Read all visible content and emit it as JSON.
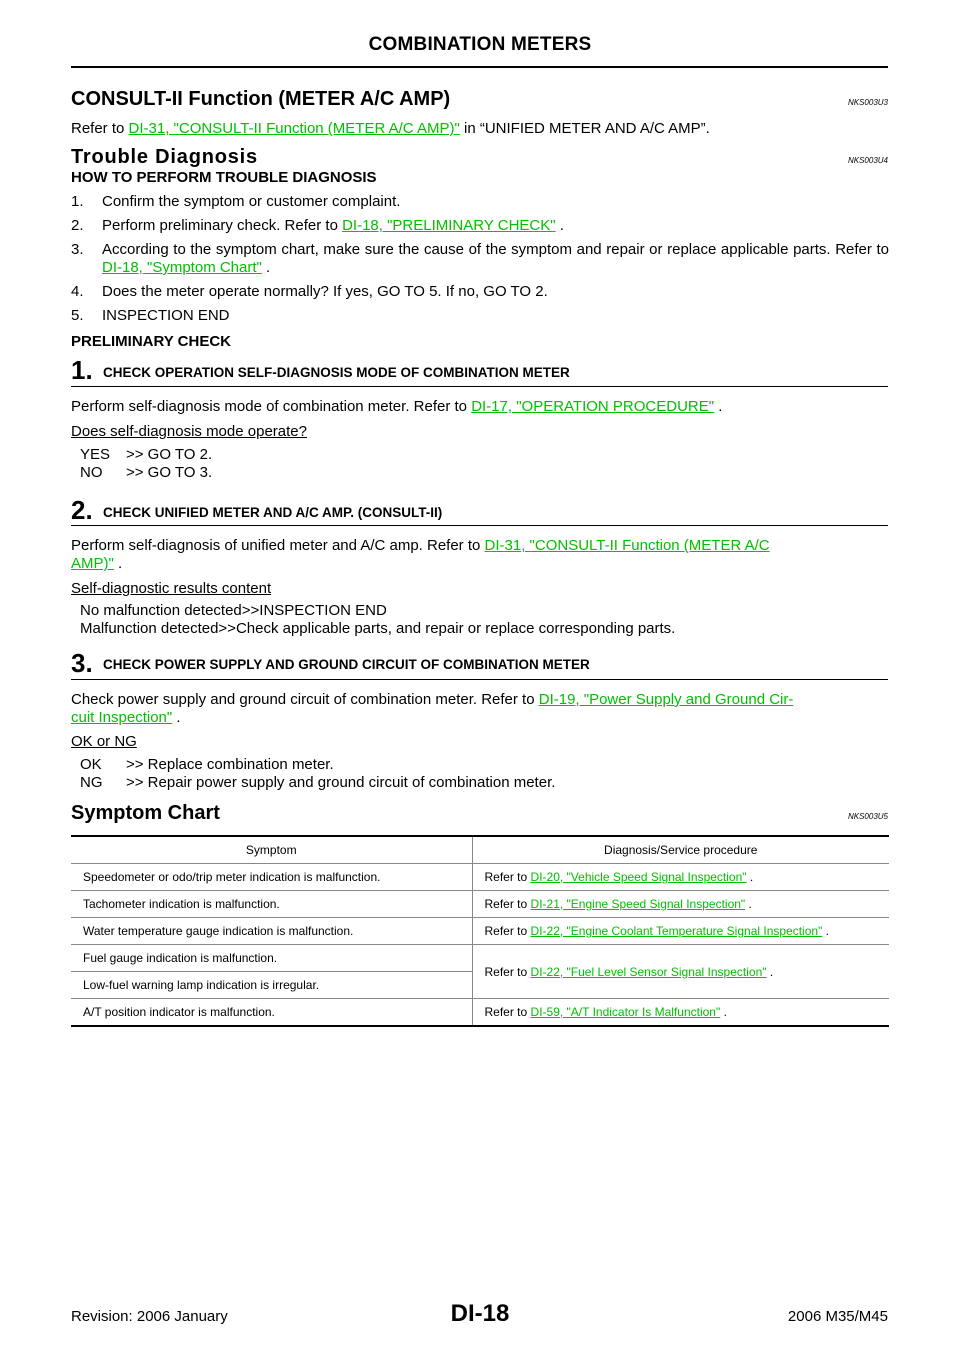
{
  "header": {
    "title": "COMBINATION METERS"
  },
  "consult": {
    "heading": "CONSULT-II Function (METER A/C AMP)",
    "code": "NKS003U3",
    "text_pre": "Refer to ",
    "link": "DI-31, \"CONSULT-II Function (METER A/C AMP)\"",
    "text_post": " in “UNIFIED METER AND A/C AMP”."
  },
  "trouble": {
    "heading": "Trouble Diagnosis",
    "code": "NKS003U4",
    "subheading": "HOW TO PERFORM TROUBLE DIAGNOSIS",
    "steps": [
      {
        "num": "1.",
        "text": "Confirm the symptom or customer complaint."
      },
      {
        "num": "2.",
        "text": "Perform preliminary check. Refer to ",
        "link": "DI-18, \"PRELIMINARY CHECK\"",
        "post": " ."
      },
      {
        "num": "3.",
        "text": "According to the symptom chart, make sure the cause of the symptom and repair or replace applicable parts. Refer to ",
        "link": "DI-18, \"Symptom Chart\"",
        "post": " ."
      },
      {
        "num": "4.",
        "text": "Does the meter operate normally? If yes, GO TO 5. If no, GO TO 2."
      },
      {
        "num": "5.",
        "text": "INSPECTION END"
      }
    ]
  },
  "prelim": {
    "heading": "PRELIMINARY CHECK",
    "step1": {
      "num": "1.",
      "title": "CHECK OPERATION SELF-DIAGNOSIS MODE OF COMBINATION METER",
      "text": "Perform self-diagnosis mode of combination meter. Refer to ",
      "link": "DI-17, \"OPERATION PROCEDURE\"",
      "post": " .",
      "question": "Does self-diagnosis mode operate?",
      "answers": [
        {
          "k": "YES",
          "v": ">> GO TO 2."
        },
        {
          "k": "NO",
          "v": ">> GO TO 3."
        }
      ]
    },
    "step2": {
      "num": "2.",
      "title": "CHECK UNIFIED METER AND A/C AMP. (CONSULT-II)",
      "text": "Perform self-diagnosis of unified meter and A/C amp. Refer to ",
      "link_a": "DI-31, \"CONSULT-II Function (METER A/C",
      "link_b": "AMP)\"",
      "post": " .",
      "question": "Self-diagnostic results content",
      "answers": [
        "No malfunction detected>>INSPECTION END",
        "Malfunction detected>>Check applicable parts, and repair or replace corresponding parts."
      ]
    },
    "step3": {
      "num": "3.",
      "title": "CHECK POWER SUPPLY AND GROUND CIRCUIT OF COMBINATION METER",
      "text": "Check power supply and ground circuit of combination meter. Refer to ",
      "link_a": "DI-19, \"Power Supply and Ground Cir-",
      "link_b": "cuit Inspection\"",
      "post": " .",
      "question": "OK or NG",
      "answers": [
        {
          "k": "OK",
          "v": ">> Replace combination meter."
        },
        {
          "k": "NG",
          "v": ">> Repair power supply and ground circuit of combination meter."
        }
      ]
    }
  },
  "symptom": {
    "heading": "Symptom Chart",
    "code": "NKS003U5",
    "col_symptom": "Symptom",
    "col_procedure": "Diagnosis/Service procedure",
    "refer": "Refer to ",
    "post": " .",
    "rows": [
      {
        "symptom": "Speedometer or odo/trip meter indication is malfunction.",
        "link": "DI-20, \"Vehicle Speed Signal Inspection\""
      },
      {
        "symptom": "Tachometer indication is malfunction.",
        "link": "DI-21, \"Engine Speed Signal Inspection\""
      },
      {
        "symptom": "Water temperature gauge indication is malfunction.",
        "link": "DI-22, \"Engine Coolant Temperature Signal Inspection\""
      },
      {
        "symptom": "Fuel gauge indication is malfunction.",
        "link": "DI-22, \"Fuel Level Sensor Signal Inspection\""
      },
      {
        "symptom": "Low-fuel warning lamp indication is irregular."
      },
      {
        "symptom": "A/T position indicator is malfunction.",
        "link": "DI-59, \"A/T Indicator Is Malfunction\""
      }
    ]
  },
  "footer": {
    "revision": "Revision: 2006 January",
    "page": "DI-18",
    "model": "2006 M35/M45"
  },
  "colors": {
    "link": "#00c000",
    "text": "#000000"
  }
}
